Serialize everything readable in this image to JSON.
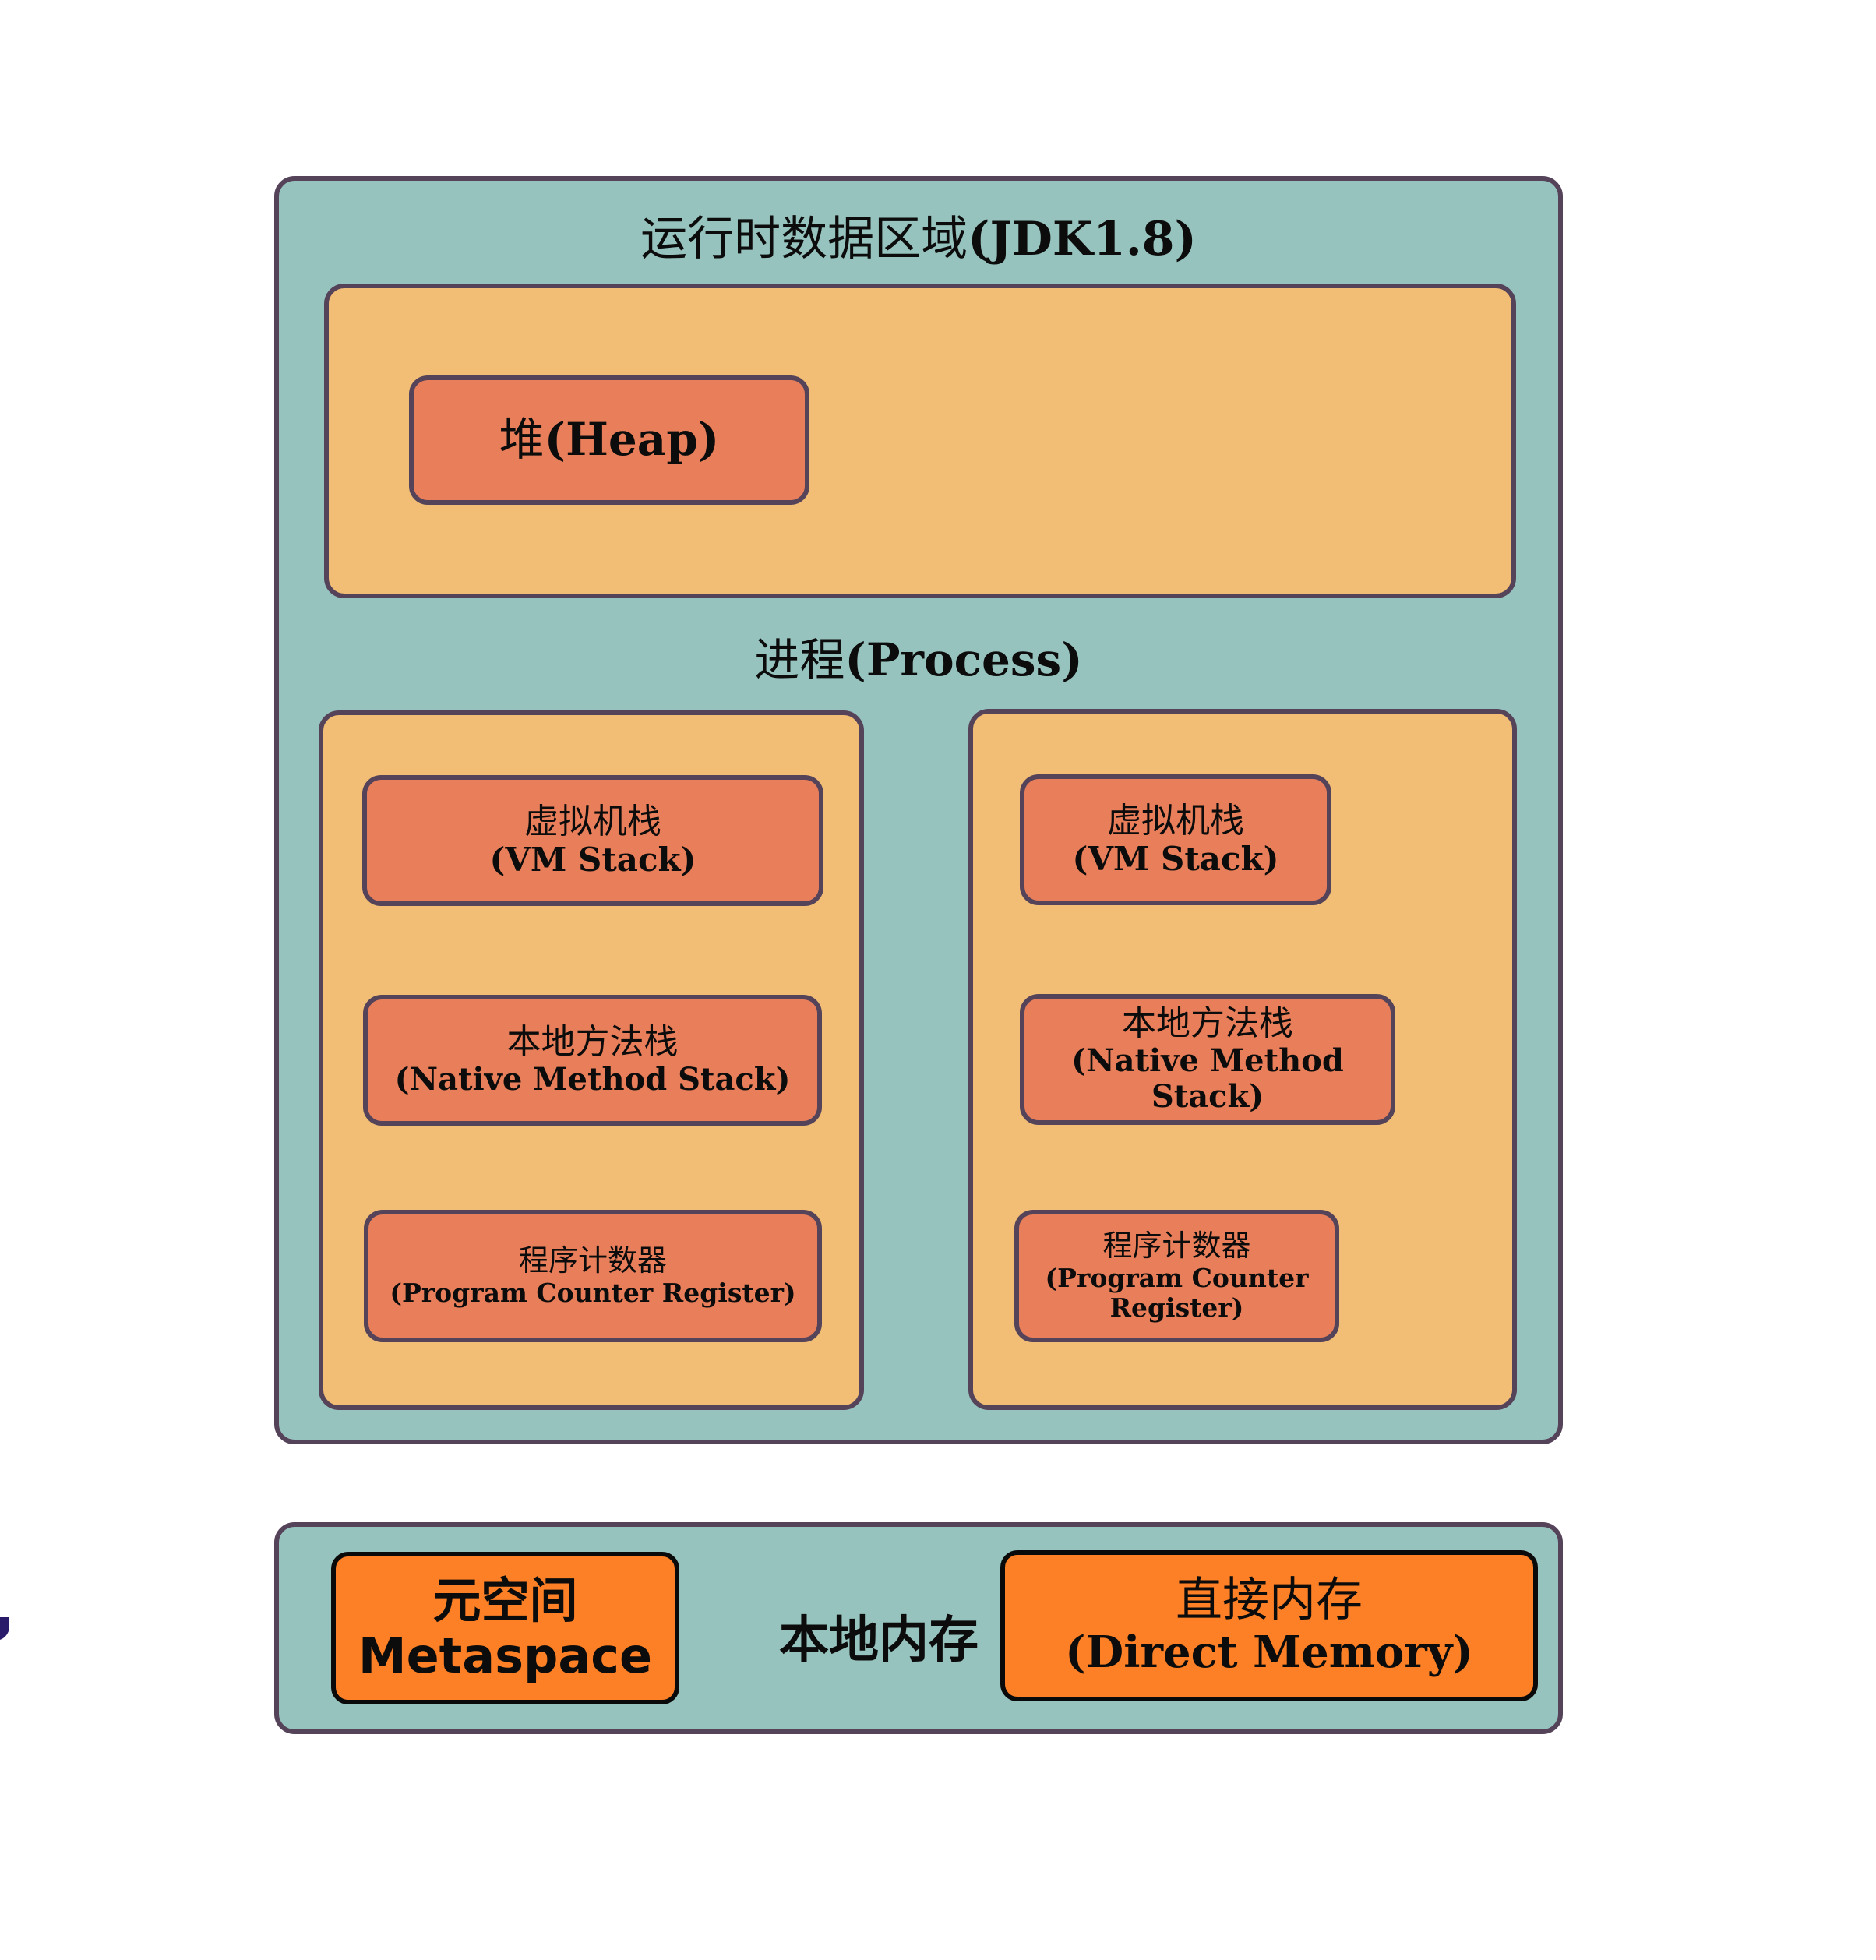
{
  "diagram": {
    "runtime_area": {
      "title_cn": "运行时数据区域",
      "title_en": "(JDK1.8)"
    },
    "heap": {
      "label_cn": "堆",
      "label_en": "(Heap)"
    },
    "process": {
      "label_cn": "进程",
      "label_en": "(Process)"
    },
    "threads": [
      {
        "vm_stack": {
          "cn": "虚拟机栈",
          "en": "(VM Stack)"
        },
        "native_stack": {
          "cn": "本地方法栈",
          "en": "(Native Method Stack)"
        },
        "pc_register": {
          "cn": "程序计数器",
          "en": "(Program Counter Register)"
        }
      },
      {
        "vm_stack": {
          "cn": "虚拟机栈",
          "en": "(VM Stack)"
        },
        "native_stack": {
          "cn": "本地方法栈",
          "en": "(Native Method Stack)"
        },
        "pc_register": {
          "cn": "程序计数器",
          "en": "(Program Counter Register)"
        }
      }
    ],
    "native_memory": {
      "label": "本地内存",
      "metaspace": {
        "cn": "元空间",
        "en": "Metaspace"
      },
      "direct_memory": {
        "cn": "直接内存",
        "en": "(Direct Memory)"
      }
    },
    "colors": {
      "runtime_bg": "#97c3be",
      "container_bg": "#f2be75",
      "component_bg": "#e87f5a",
      "native_component_bg": "#fd8026",
      "border": "#55435a"
    }
  }
}
